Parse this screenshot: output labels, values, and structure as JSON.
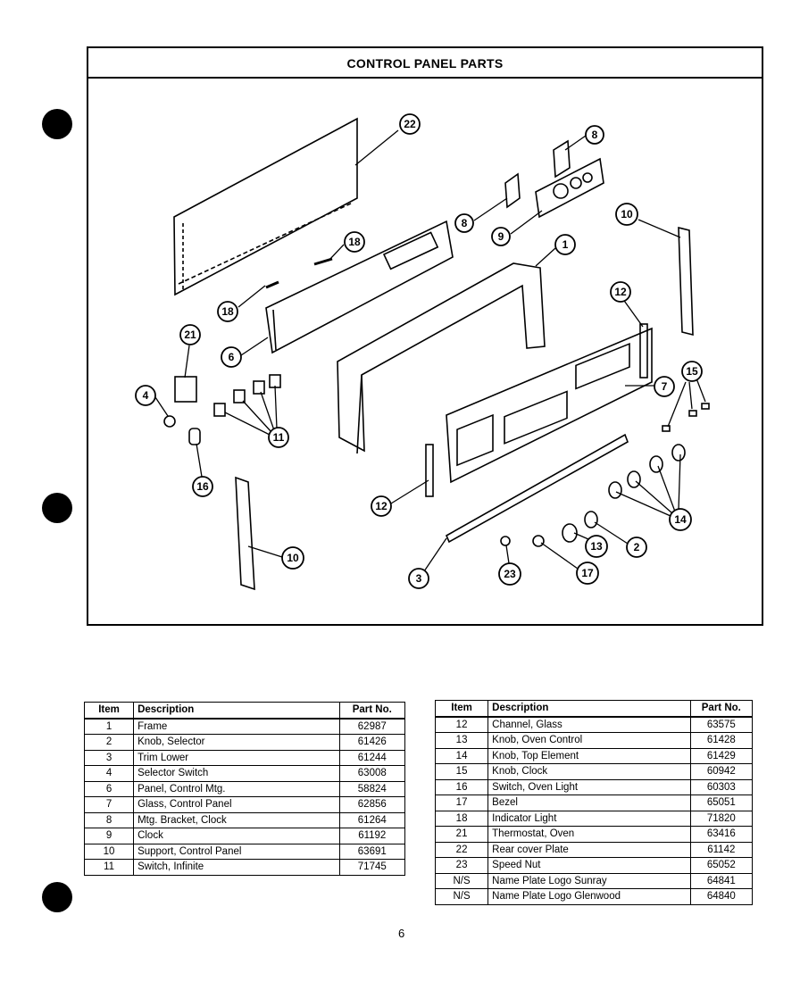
{
  "title": "CONTROL PANEL PARTS",
  "page_number": "6",
  "callouts": [
    "22",
    "8",
    "8",
    "9",
    "10",
    "18",
    "18",
    "1",
    "12",
    "21",
    "6",
    "4",
    "11",
    "15",
    "7",
    "16",
    "12",
    "14",
    "10",
    "3",
    "23",
    "17",
    "13",
    "2"
  ],
  "table_left": {
    "headers": [
      "Item",
      "Description",
      "Part No."
    ],
    "rows": [
      [
        "1",
        "Frame",
        "62987"
      ],
      [
        "2",
        "Knob, Selector",
        "61426"
      ],
      [
        "3",
        "Trim Lower",
        "61244"
      ],
      [
        "4",
        "Selector Switch",
        "63008"
      ],
      [
        "6",
        "Panel, Control Mtg.",
        "58824"
      ],
      [
        "7",
        "Glass, Control Panel",
        "62856"
      ],
      [
        "8",
        "Mtg. Bracket, Clock",
        "61264"
      ],
      [
        "9",
        "Clock",
        "61192"
      ],
      [
        "10",
        "Support, Control Panel",
        "63691"
      ],
      [
        "11",
        "Switch, Infinite",
        "71745"
      ]
    ]
  },
  "table_right": {
    "headers": [
      "Item",
      "Description",
      "Part No."
    ],
    "rows": [
      [
        "12",
        "Channel, Glass",
        "63575"
      ],
      [
        "13",
        "Knob, Oven Control",
        "61428"
      ],
      [
        "14",
        "Knob, Top Element",
        "61429"
      ],
      [
        "15",
        "Knob, Clock",
        "60942"
      ],
      [
        "16",
        "Switch, Oven Light",
        "60303"
      ],
      [
        "17",
        "Bezel",
        "65051"
      ],
      [
        "18",
        "Indicator Light",
        "71820"
      ],
      [
        "21",
        "Thermostat, Oven",
        "63416"
      ],
      [
        "22",
        "Rear cover Plate",
        "61142"
      ],
      [
        "23",
        "Speed Nut",
        "65052"
      ],
      [
        "N/S",
        "Name Plate Logo Sunray",
        "64841"
      ],
      [
        "N/S",
        "Name Plate Logo Glenwood",
        "64840"
      ]
    ]
  }
}
